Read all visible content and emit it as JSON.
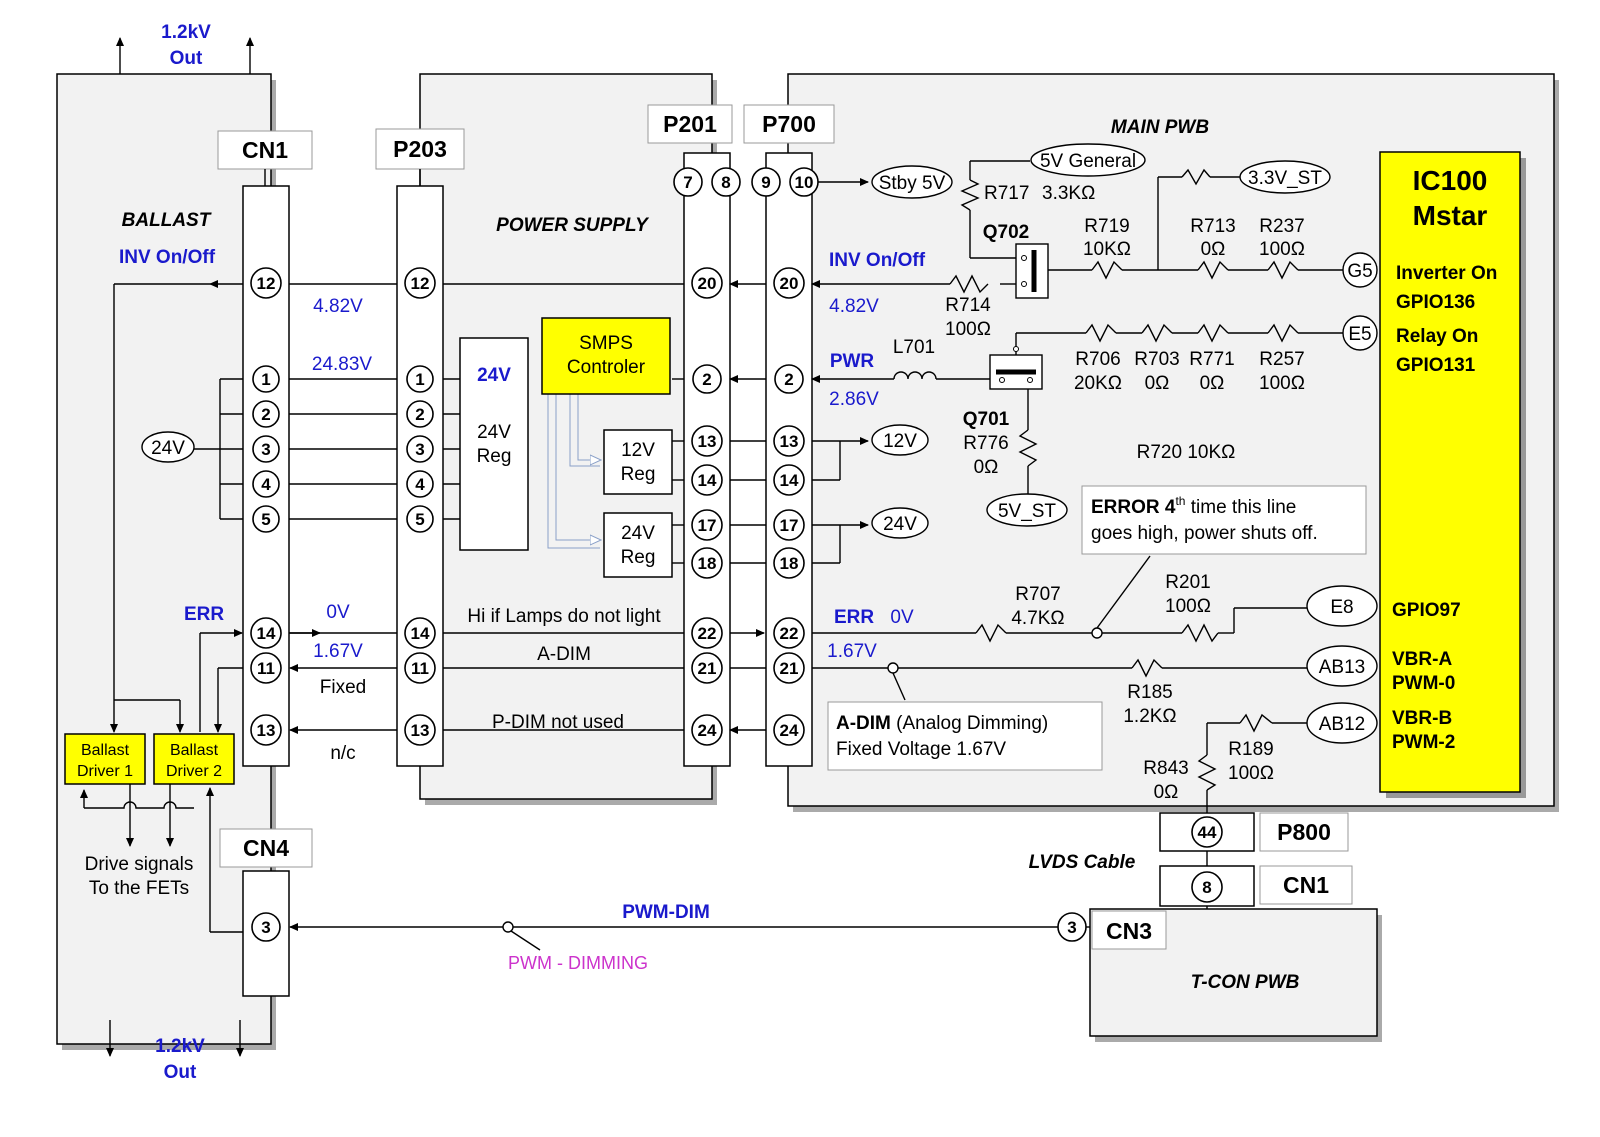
{
  "top_out": [
    "1.2kV",
    "Out"
  ],
  "bottom_out": [
    "1.2kV",
    "Out"
  ],
  "boards": {
    "ballast": "BALLAST",
    "power_supply": "POWER SUPPLY",
    "main_pwb": "MAIN PWB",
    "tcon_pwb": "T-CON PWB",
    "lvds_cable": "LVDS Cable"
  },
  "connectors": {
    "cn1": "CN1",
    "p203": "P203",
    "p201": "P201",
    "p700": "P700",
    "cn4": "CN4",
    "p800": "P800",
    "cn1_tcon": "CN1",
    "cn3": "CN3"
  },
  "ic": {
    "name": "IC100",
    "sub": "Mstar"
  },
  "ic_labels": [
    "Inverter On",
    "GPIO136",
    "Relay On",
    "GPIO131",
    "GPIO97",
    "VBR-A",
    "PWM-0",
    "VBR-B",
    "PWM-2"
  ],
  "pins": {
    "cn1": [
      "12",
      "1",
      "2",
      "3",
      "4",
      "5",
      "14",
      "11",
      "13"
    ],
    "p203": [
      "12",
      "1",
      "2",
      "3",
      "4",
      "5",
      "14",
      "11",
      "13"
    ],
    "p201": [
      "20",
      "2",
      "13",
      "14",
      "17",
      "18",
      "22",
      "21",
      "24"
    ],
    "p700": [
      "20",
      "2",
      "13",
      "14",
      "17",
      "18",
      "22",
      "21",
      "24"
    ],
    "p201_top": [
      "7",
      "8"
    ],
    "p700_top": [
      "9",
      "10"
    ],
    "cn4": "3",
    "p800": "44",
    "cn1_tcon": "8",
    "cn3": "3"
  },
  "signals": {
    "inv_onoff_left": "INV On/Off",
    "inv_onoff_right": "INV On/Off",
    "v482_left": "4.82V",
    "v482_right": "4.82V",
    "v2483": "24.83V",
    "pwr": "PWR",
    "v286": "2.86V",
    "err_left": "ERR",
    "v0_left": "0V",
    "err_right": "ERR",
    "v0_right": "0V",
    "v167_left": "1.67V",
    "v167_right": "1.67V",
    "fixed": "Fixed",
    "nc": "n/c",
    "hi_if_lamps": "Hi if Lamps do not light",
    "a_dim": "A-DIM",
    "p_dim": "P-DIM not used",
    "pwm_dim": "PWM-DIM",
    "pwm_dimming": "PWM - DIMMING",
    "drive1": "Drive signals",
    "drive2": "To the FETs",
    "v24_in": "24V"
  },
  "blocks": {
    "reg24_main": "24V",
    "reg24_main_sub": [
      "24V",
      "Reg"
    ],
    "smps": [
      "SMPS",
      "Controler"
    ],
    "reg12": [
      "12V",
      "Reg"
    ],
    "reg24": [
      "24V",
      "Reg"
    ],
    "ballast_driver1": [
      "Ballast",
      "Driver 1"
    ],
    "ballast_driver2": [
      "Ballast",
      "Driver 2"
    ]
  },
  "rails": {
    "stby5v": "Stby 5V",
    "v5general": "5V General",
    "v33st": "3.3V_ST",
    "v12": "12V",
    "v24": "24V",
    "v5st": "5V_ST"
  },
  "components": {
    "r717": [
      "R717",
      "3.3KΩ"
    ],
    "q702": "Q702",
    "r719": [
      "R719",
      "10KΩ"
    ],
    "r713": [
      "R713",
      "0Ω"
    ],
    "r237": [
      "R237",
      "100Ω"
    ],
    "r714": [
      "R714",
      "100Ω"
    ],
    "l701": "L701",
    "r706": [
      "R706",
      "20KΩ"
    ],
    "r703": [
      "R703",
      "0Ω"
    ],
    "r771": [
      "R771",
      "0Ω"
    ],
    "r257": [
      "R257",
      "100Ω"
    ],
    "q701": "Q701",
    "r776": [
      "R776",
      "0Ω"
    ],
    "r720": "R720  10KΩ",
    "r707": [
      "R707",
      "4.7KΩ"
    ],
    "r201": [
      "R201",
      "100Ω"
    ],
    "r185": [
      "R185",
      "1.2KΩ"
    ],
    "r189": [
      "R189",
      "100Ω"
    ],
    "r843": [
      "R843",
      "0Ω"
    ]
  },
  "test_points": [
    "G5",
    "E5",
    "E8",
    "AB13",
    "AB12"
  ],
  "notes": {
    "error_bold": "ERROR 4",
    "error_sup": "th",
    "error_rest": " time this line",
    "error_line2": "goes high, power shuts off.",
    "adim_bold": "A-DIM",
    "adim_rest": " (Analog Dimming)",
    "adim_line2": "Fixed Voltage 1.67V"
  },
  "colors": {
    "highlight": "#ffff00",
    "blue": "#1a1acc",
    "magenta": "#cc33cc",
    "panel": "#f2f2f2"
  }
}
